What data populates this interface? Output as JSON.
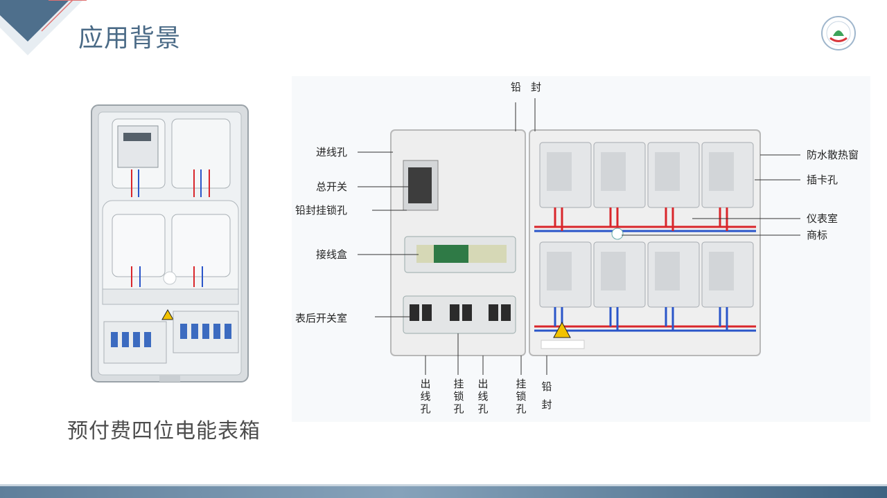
{
  "slide": {
    "title": "应用背景",
    "caption": "预付费四位电能表箱"
  },
  "figure": {
    "top_labels": [
      "铅",
      "封"
    ],
    "left_labels": [
      "进线孔",
      "总开关",
      "铅封挂锁孔",
      "接线盒",
      "表后开关室"
    ],
    "right_labels": [
      "防水散热窗",
      "插卡孔",
      "仪表室",
      "商标"
    ],
    "bottom_labels": [
      "出线孔",
      "挂锁孔",
      "出线孔",
      "挂锁孔",
      "铅封"
    ]
  },
  "colors": {
    "title": "#4a6a86",
    "accent_dark": "#3e6382",
    "wire_red": "#d9262b",
    "wire_blue": "#2a55c9"
  }
}
